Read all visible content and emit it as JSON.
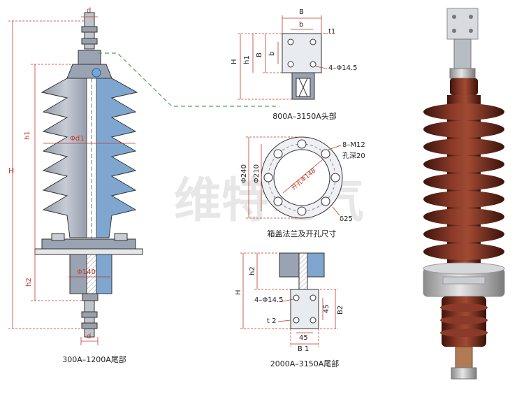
{
  "watermark": "维特电气",
  "captions": {
    "left_tail": "300A–1200A尾部",
    "head": "800A–3150A头部",
    "flange": "箱盖法兰及开孔尺寸",
    "right_tail": "2000A–3150A尾部"
  },
  "left_drawing": {
    "H": "H",
    "h1": "h1",
    "h2": "h2",
    "d_top": "d",
    "d_bottom": "d",
    "phi_d1": "Φd1",
    "phi140": "Φ140"
  },
  "head_drawing": {
    "B": "B",
    "b_top": "b",
    "b_side": "b",
    "B_side": "B",
    "H": "H",
    "h1": "h1",
    "t1": "t1",
    "holes": "4–Φ14.5"
  },
  "flange_drawing": {
    "phi240": "Φ240",
    "phi210": "Φ210",
    "bolts": "8–M12",
    "depth": "孔深20",
    "hole_circle": "开孔Φ148",
    "delta": "δ25"
  },
  "tail_drawing": {
    "H": "H",
    "h2": "h2",
    "holes": "4–Φ14.5",
    "t2": "t 2",
    "d45_v": "45",
    "B2": "B2",
    "d45_h": "45",
    "B1": "B 1"
  },
  "colors": {
    "porcelain_gray": "#9aa3b2",
    "section_blue": "#7fa6cf",
    "porcelain_brown": "#6e2a1d",
    "dimension_red": "#c0392b",
    "leader_green": "#5aa05a"
  }
}
